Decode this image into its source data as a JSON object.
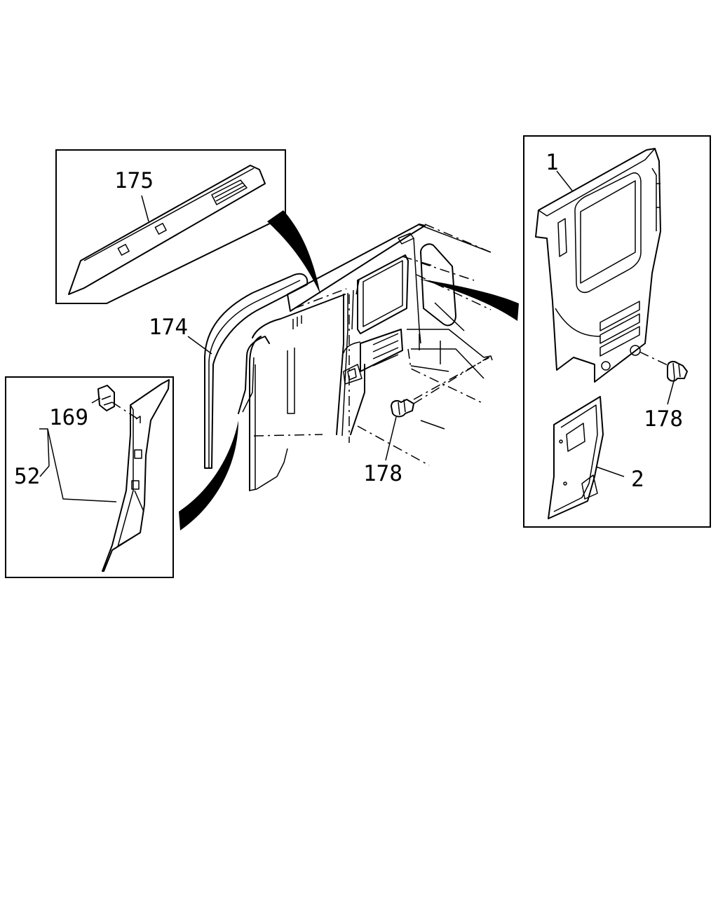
{
  "callouts": {
    "c175": "175",
    "c174": "174",
    "c169": "169",
    "c52": "52",
    "c1": "1",
    "c178_right": "178",
    "c178_center": "178",
    "c2": "2"
  }
}
